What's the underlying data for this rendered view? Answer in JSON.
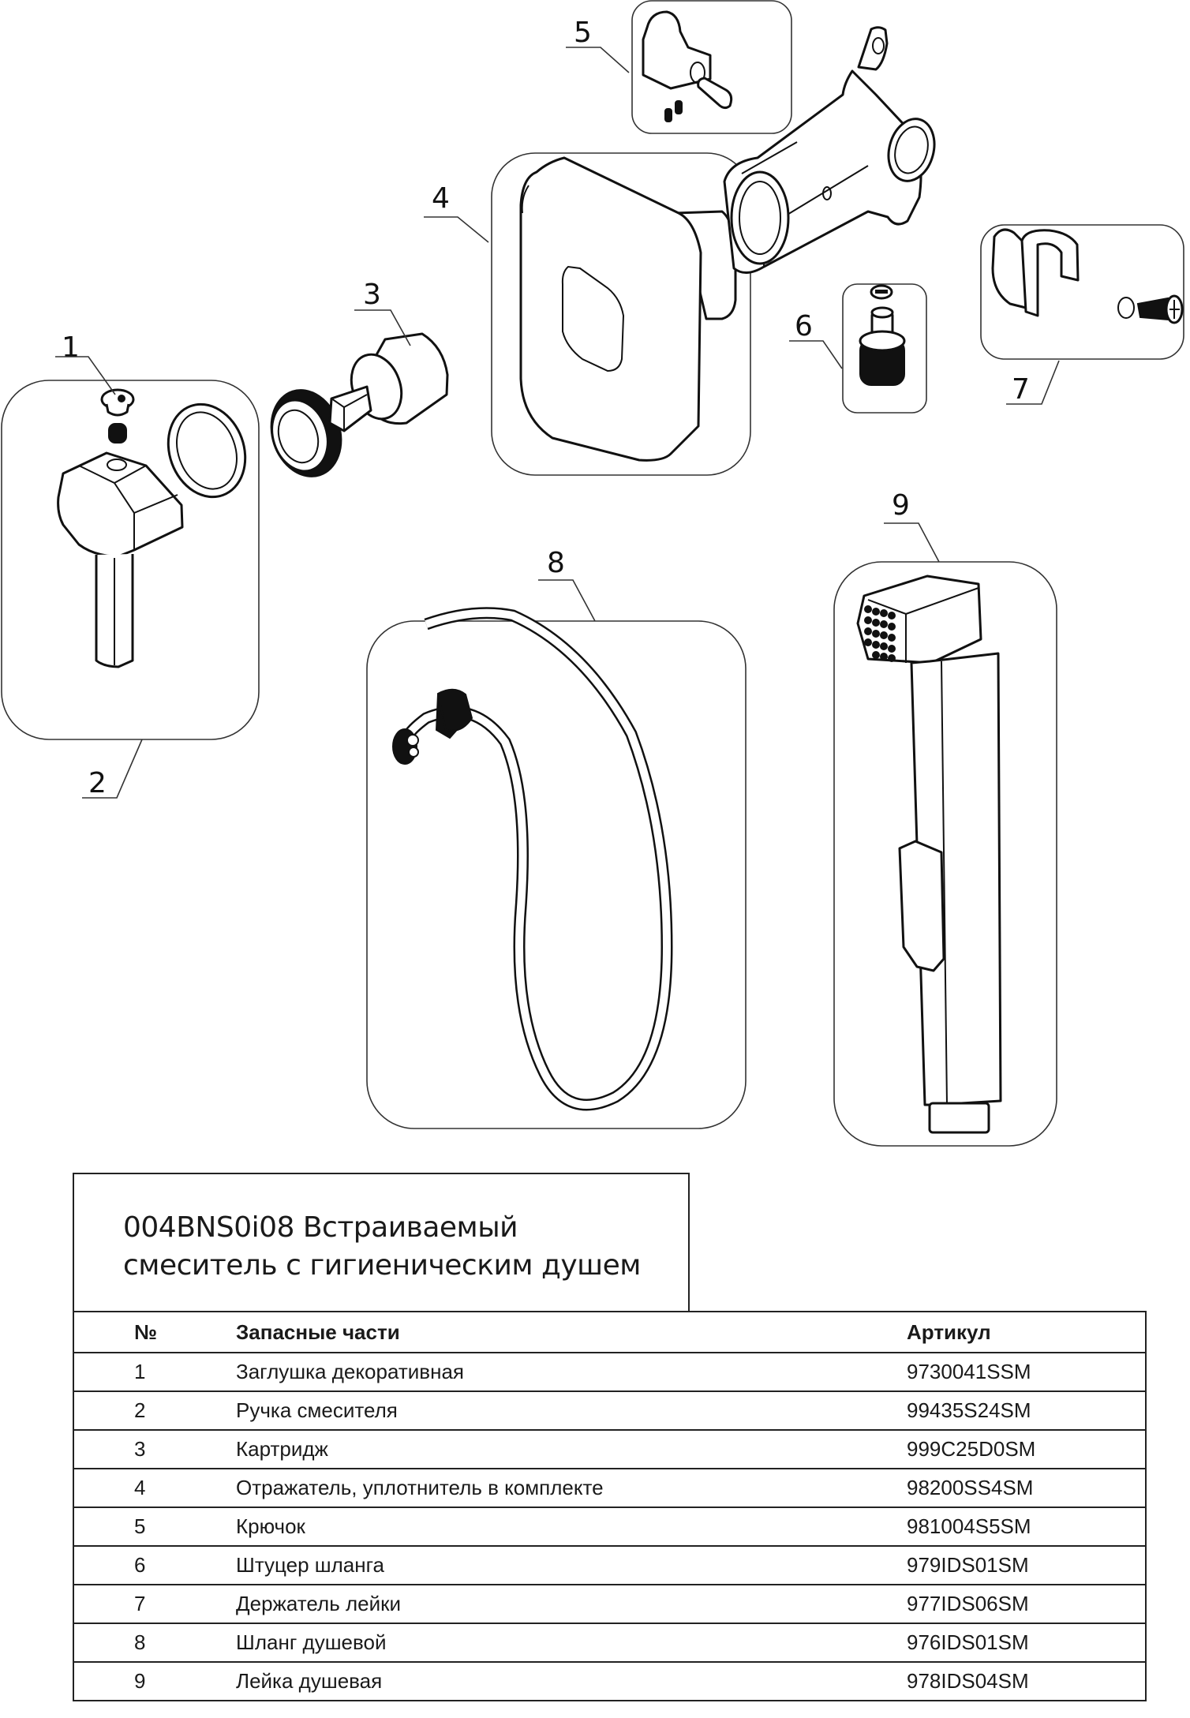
{
  "document": {
    "title_line1": "004BNS0i08 Встраиваемый",
    "title_line2": "смеситель с гигиеническим душем"
  },
  "diagram": {
    "callouts": [
      "1",
      "2",
      "3",
      "4",
      "5",
      "6",
      "7",
      "8",
      "9"
    ]
  },
  "parts_table": {
    "headers": {
      "number": "№",
      "name": "Запасные части",
      "article": "Артикул"
    },
    "rows": [
      {
        "number": "1",
        "name": "Заглушка декоративная",
        "article": "9730041SSM"
      },
      {
        "number": "2",
        "name": "Ручка смесителя",
        "article": "99435S24SM"
      },
      {
        "number": "3",
        "name": "Картридж",
        "article": "999C25D0SM"
      },
      {
        "number": "4",
        "name": "Отражатель, уплотнитель в комплекте",
        "article": "98200SS4SM"
      },
      {
        "number": "5",
        "name": "Крючок",
        "article": "981004S5SM"
      },
      {
        "number": "6",
        "name": "Штуцер шланга",
        "article": "979IDS01SM"
      },
      {
        "number": "7",
        "name": "Держатель лейки",
        "article": "977IDS06SM"
      },
      {
        "number": "8",
        "name": "Шланг душевой",
        "article": "976IDS01SM"
      },
      {
        "number": "9",
        "name": "Лейка душевая",
        "article": "978IDS04SM"
      }
    ]
  }
}
